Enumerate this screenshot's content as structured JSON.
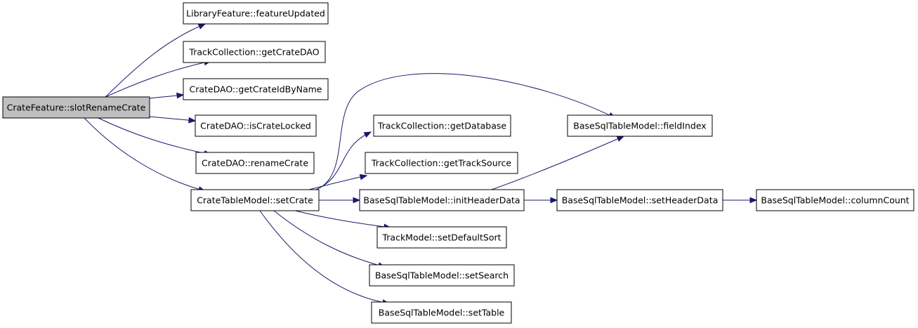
{
  "diagram": {
    "type": "call-graph",
    "colors": {
      "edge": "#191970",
      "root_fill": "#bfbfbf",
      "node_fill": "#ffffff",
      "border": "#000000"
    },
    "nodes": [
      {
        "id": "n0",
        "label": "CrateFeature::slotRenameCrate",
        "root": true
      },
      {
        "id": "n1",
        "label": "LibraryFeature::featureUpdated"
      },
      {
        "id": "n2",
        "label": "TrackCollection::getCrateDAO"
      },
      {
        "id": "n3",
        "label": "CrateDAO::getCrateIdByName"
      },
      {
        "id": "n4",
        "label": "CrateDAO::isCrateLocked"
      },
      {
        "id": "n5",
        "label": "CrateDAO::renameCrate"
      },
      {
        "id": "n6",
        "label": "CrateTableModel::setCrate"
      },
      {
        "id": "n7",
        "label": "TrackCollection::getDatabase"
      },
      {
        "id": "n8",
        "label": "TrackCollection::getTrackSource"
      },
      {
        "id": "n9",
        "label": "BaseSqlTableModel::initHeaderData"
      },
      {
        "id": "n10",
        "label": "TrackModel::setDefaultSort"
      },
      {
        "id": "n11",
        "label": "BaseSqlTableModel::setSearch"
      },
      {
        "id": "n12",
        "label": "BaseSqlTableModel::setTable"
      },
      {
        "id": "n13",
        "label": "BaseSqlTableModel::fieldIndex"
      },
      {
        "id": "n14",
        "label": "BaseSqlTableModel::setHeaderData"
      },
      {
        "id": "n15",
        "label": "BaseSqlTableModel::columnCount"
      }
    ],
    "edges": [
      {
        "from": "n0",
        "to": "n1"
      },
      {
        "from": "n0",
        "to": "n2"
      },
      {
        "from": "n0",
        "to": "n3"
      },
      {
        "from": "n0",
        "to": "n4"
      },
      {
        "from": "n0",
        "to": "n5"
      },
      {
        "from": "n0",
        "to": "n6"
      },
      {
        "from": "n6",
        "to": "n13"
      },
      {
        "from": "n6",
        "to": "n7"
      },
      {
        "from": "n6",
        "to": "n8"
      },
      {
        "from": "n6",
        "to": "n9"
      },
      {
        "from": "n6",
        "to": "n10"
      },
      {
        "from": "n6",
        "to": "n11"
      },
      {
        "from": "n6",
        "to": "n12"
      },
      {
        "from": "n9",
        "to": "n13"
      },
      {
        "from": "n9",
        "to": "n14"
      },
      {
        "from": "n14",
        "to": "n15"
      }
    ]
  }
}
